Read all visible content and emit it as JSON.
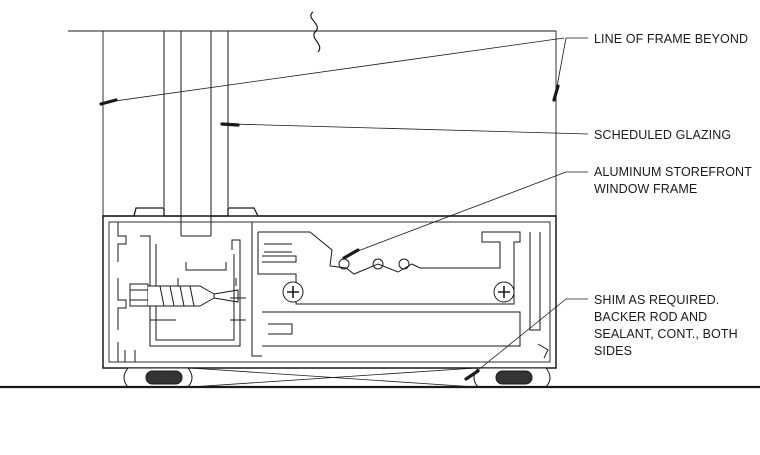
{
  "callouts": {
    "frame_beyond": {
      "lines": [
        "LINE OF FRAME BEYOND"
      ]
    },
    "glazing": {
      "lines": [
        "SCHEDULED GLAZING"
      ]
    },
    "storefront": {
      "lines": [
        "ALUMINUM STOREFRONT",
        "WINDOW FRAME"
      ]
    },
    "shim": {
      "lines": [
        "SHIM AS REQUIRED.",
        "BACKER ROD AND",
        "SEALANT, CONT., BOTH",
        "SIDES"
      ]
    }
  },
  "colors": {
    "line": "#1a1a1a",
    "background": "#ffffff",
    "backer_rod": "#333333"
  },
  "icons": {
    "break_symbol": "break-line-symbol",
    "screw": "screw-head-icon",
    "bolt": "anchor-bolt-icon"
  }
}
